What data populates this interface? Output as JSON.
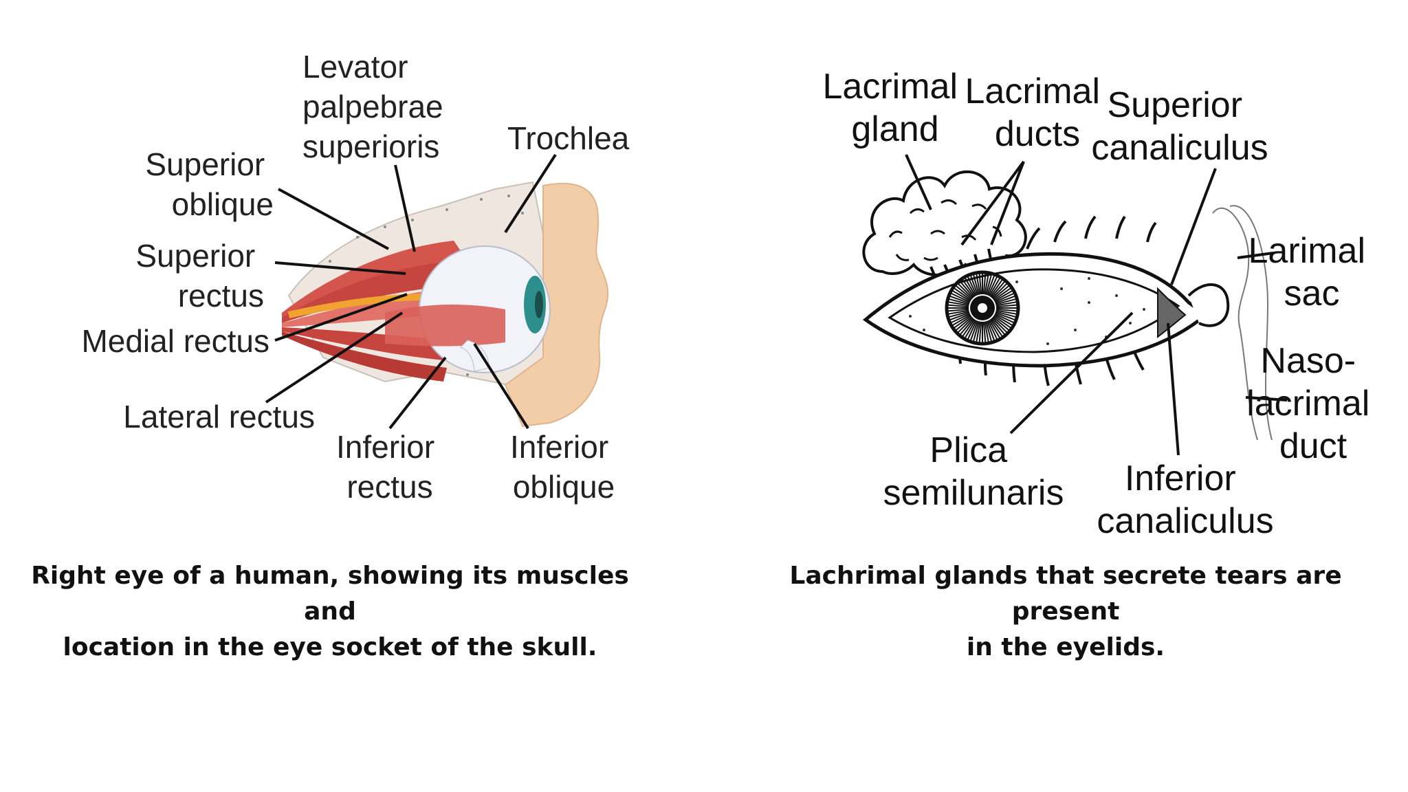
{
  "left_figure": {
    "labels": {
      "levator": [
        "Levator",
        "palpebrae",
        "superioris"
      ],
      "trochlea": [
        "Trochlea"
      ],
      "superior_oblique": [
        "Superior",
        "oblique"
      ],
      "superior_rectus": [
        "Superior",
        "rectus"
      ],
      "medial_rectus": [
        "Medial rectus"
      ],
      "lateral_rectus": [
        "Lateral rectus"
      ],
      "inferior_rectus": [
        "Inferior",
        "rectus"
      ],
      "inferior_oblique": [
        "Inferior",
        "oblique"
      ]
    },
    "caption": [
      "Right eye of a human, showing its muscles and",
      "location in the eye socket of the skull."
    ]
  },
  "right_figure": {
    "labels": {
      "lacrimal_gland": [
        "Lacrimal",
        "gland"
      ],
      "lacrimal_ducts": [
        "Lacrimal",
        "ducts"
      ],
      "superior_canaliculus": [
        "Superior",
        "canaliculus"
      ],
      "larimal_sac": [
        "Larimal",
        "sac"
      ],
      "nasolacrimal_duct": [
        "Naso-",
        "lacrimal",
        "duct"
      ],
      "plica_semilunaris": [
        "Plica",
        "semilunaris"
      ],
      "inferior_canaliculus": [
        "Inferior",
        "canaliculus"
      ]
    },
    "caption": [
      "Lachrimal glands that secrete tears are present",
      "in the eyelids."
    ]
  },
  "colors": {
    "muscle": "#c7453f",
    "muscle_light": "#e2736a",
    "bone": "#efe6df",
    "skin": "#f1cda8",
    "sclera": "#f2f3f8",
    "iris": "#2d8f8c",
    "nerve": "#f0a32e",
    "text": "#222222"
  }
}
